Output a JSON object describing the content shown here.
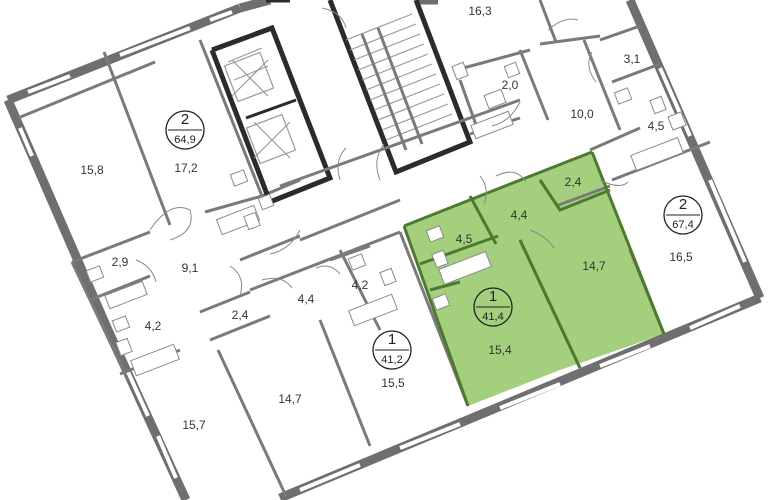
{
  "rooms": [
    {
      "id": "r1",
      "label": "16,3"
    },
    {
      "id": "r2",
      "label": "2,0"
    },
    {
      "id": "r3",
      "label": "3,1"
    },
    {
      "id": "r4",
      "label": "10,0"
    },
    {
      "id": "r5",
      "label": "4,5"
    },
    {
      "id": "r6",
      "label": "15,8"
    },
    {
      "id": "r7",
      "label": "17,2"
    },
    {
      "id": "r8",
      "label": "2,4"
    },
    {
      "id": "r9",
      "label": "4,4"
    },
    {
      "id": "r10",
      "label": "4,5"
    },
    {
      "id": "r11",
      "label": "14,7"
    },
    {
      "id": "r12",
      "label": "16,5"
    },
    {
      "id": "r13",
      "label": "2,9"
    },
    {
      "id": "r14",
      "label": "9,1"
    },
    {
      "id": "r15",
      "label": "4,2"
    },
    {
      "id": "r16",
      "label": "2,4"
    },
    {
      "id": "r17",
      "label": "4,4"
    },
    {
      "id": "r18",
      "label": "4,2"
    },
    {
      "id": "r19",
      "label": "15,4"
    },
    {
      "id": "r20",
      "label": "14,7"
    },
    {
      "id": "r21",
      "label": "15,5"
    },
    {
      "id": "r22",
      "label": "15,7"
    }
  ],
  "apartments": [
    {
      "id": "a1",
      "rooms": "2",
      "area": "64,9",
      "highlighted": false
    },
    {
      "id": "a2",
      "rooms": "2",
      "area": "67,4",
      "highlighted": false
    },
    {
      "id": "a3",
      "rooms": "1",
      "area": "41,4",
      "highlighted": true
    },
    {
      "id": "a4",
      "rooms": "1",
      "area": "41,2",
      "highlighted": false
    }
  ],
  "colors": {
    "highlight": "#a4d07e",
    "wall": "#6f6f6f",
    "background": "#ffffff"
  }
}
